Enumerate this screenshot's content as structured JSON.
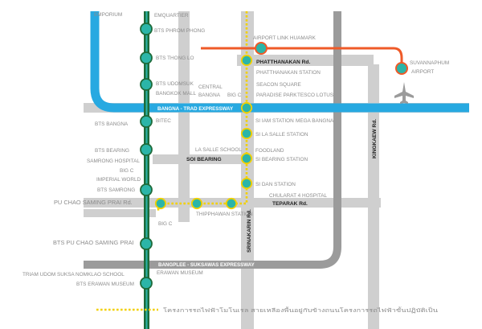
{
  "colors": {
    "road": "#cfcfcf",
    "road_dark": "#9b9b9b",
    "blue_line": "#27a9e1",
    "green_line": "#1e6b3a",
    "station_fill": "#2bb5a8",
    "airport_link": "#ef5a28",
    "yellow_line": "#f2d000",
    "text": "#8c8c8c"
  },
  "lines": {
    "bts_stations_west": [
      "EMPORIUM",
      "BTS BANGNA",
      "BTS BEARING",
      "SAMRONG HOSPITAL",
      "IMPERIAL WORLD",
      "PU CHAO SAMING PRAI Rd.",
      "BTS PU CHAO SAMING PRAI",
      "TRIAM UDOM SUKSA NOMKLAO SCHOOL",
      "BTS ERAWAN MUSEUM"
    ],
    "bts_stations_east": [
      "EMQUARTIER",
      "BTS PHROM PHONG",
      "BTS THONG LO",
      "BTS UDOMSUK",
      "BANGKOK MALL",
      "CENTRAL",
      "BANGNA",
      "BITEC",
      "BIG C",
      "BTS SAMRONG",
      "BIG C",
      "ERAWAN MUSEUM"
    ],
    "big_c_top": "BIG C"
  },
  "roads": {
    "bangna_trad": "BANGNA - TRAD EXPRESSWAY",
    "phatthanakan": "PHATTHANAKAN Rd.",
    "soi_bearing": "SOI BEARING",
    "teparak": "TEPARAK Rd.",
    "srinakarin": "SRINAKARIN Rd.",
    "kingkaew": "KINGKAEW Rd.",
    "bangplee": "BANGPLEE - SUKSAWAS EXPRESSWAY"
  },
  "yellow_stations": [
    "PHATTHANAKAN STATION",
    "SEACON SQUARE",
    "PARADISE PARK",
    "TESCO LOTUS",
    "SI IAM STATION",
    "MEGA BANGNA",
    "SI LA SALLE STATION",
    "LA SALLE SCHOOL",
    "FOODLAND",
    "SI BEARING STATION",
    "SI DAN STATION",
    "CHULARAT 4 HOSPITAL",
    "THIPPHAWAN STATION"
  ],
  "airport": {
    "link": "AIRPORT LINK HUAMARK",
    "name_line1": "SUVANNAPHUM",
    "name_line2": "AIRPORT"
  },
  "legend": {
    "text": "โครงการรถไฟฟ้าโมโนเรล สายเหลืองพื้นอยู่กับข้างถนนโครงการรถไฟฟ้าขั้นปฏิบัติเป็น"
  }
}
